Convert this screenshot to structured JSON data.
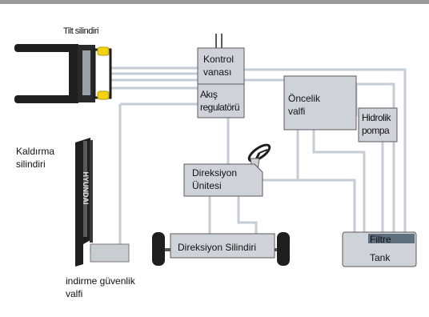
{
  "labels": {
    "tilt_cylinder": "Tilt silindiri",
    "lift_cylinder_line1": "Kaldırma",
    "lift_cylinder_line2": "silindiri",
    "control_valve_line1": "Kontrol",
    "control_valve_line2": "vanası",
    "flow_regulator_line1": "Akış",
    "flow_regulator_line2": "regulatörü",
    "priority_valve_line1": "Öncelik",
    "priority_valve_line2": "valfi",
    "hydraulic_pump_line1": "Hidrolik",
    "hydraulic_pump_line2": "pompa",
    "steering_unit_line1": "Direksiyon",
    "steering_unit_line2": "Ünitesi",
    "steering_cylinder": "Direksiyon Silindiri",
    "filter": "Filtre",
    "tank": "Tank",
    "down_safety_valve_line1": "indirme güvenlik",
    "down_safety_valve_line2": "valfi",
    "mast_brand": "HYUNDAI"
  },
  "colors": {
    "line": "#c4cdd6",
    "component_fill": "#cfd3d9",
    "component_stroke": "#5a5a5a",
    "dark": "#1e1e1e",
    "cylinder_yellow": "#f3d216",
    "filter_fill": "#5f6f7d"
  }
}
